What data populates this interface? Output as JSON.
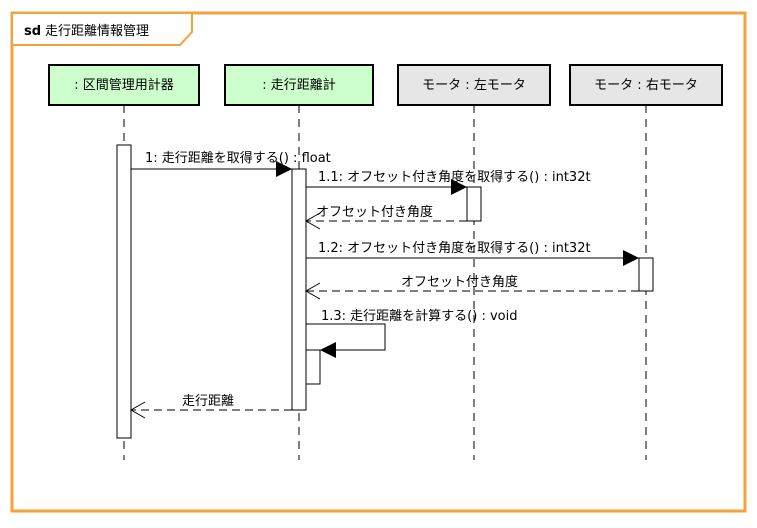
{
  "diagram": {
    "kind_label": "sd",
    "title": "走行距離情報管理",
    "lifelines": [
      {
        "id": "l0",
        "label": ": 区間管理用計器",
        "style": "green"
      },
      {
        "id": "l1",
        "label": ": 走行距離計",
        "style": "green"
      },
      {
        "id": "l2",
        "label": "モータ : 左モータ",
        "style": "gray"
      },
      {
        "id": "l3",
        "label": "モータ : 右モータ",
        "style": "gray"
      }
    ],
    "messages": [
      {
        "id": "m1",
        "label": "1: 走行距離を取得する() : float",
        "from": "l0",
        "to": "l1",
        "kind": "call"
      },
      {
        "id": "m11",
        "label": "1.1: オフセット付き角度を取得する() : int32t",
        "from": "l1",
        "to": "l2",
        "kind": "call"
      },
      {
        "id": "r11",
        "label": "オフセット付き角度",
        "from": "l2",
        "to": "l1",
        "kind": "return"
      },
      {
        "id": "m12",
        "label": "1.2: オフセット付き角度を取得する() : int32t",
        "from": "l1",
        "to": "l3",
        "kind": "call"
      },
      {
        "id": "r12",
        "label": "オフセット付き角度",
        "from": "l3",
        "to": "l1",
        "kind": "return"
      },
      {
        "id": "m13",
        "label": "1.3: 走行距離を計算する() : void",
        "from": "l1",
        "to": "l1",
        "kind": "self"
      },
      {
        "id": "r1",
        "label": "走行距離",
        "from": "l1",
        "to": "l0",
        "kind": "return"
      }
    ]
  }
}
